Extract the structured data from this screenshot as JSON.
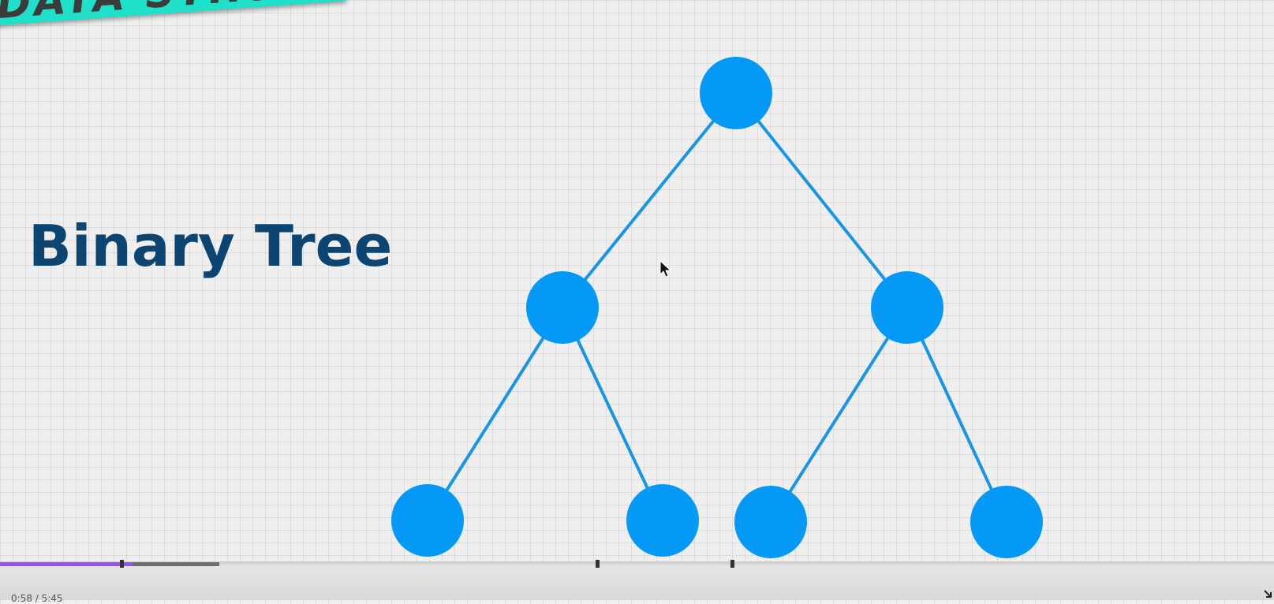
{
  "banner": {
    "text": "DATA STRUCTURES",
    "color": "#1fe0c8"
  },
  "title": "Binary Tree",
  "diagram": {
    "node_color": "#0499f7",
    "edge_color": "#1a95e3",
    "nodes": [
      {
        "id": "root"
      },
      {
        "id": "left"
      },
      {
        "id": "right"
      },
      {
        "id": "left-left"
      },
      {
        "id": "left-right"
      },
      {
        "id": "right-left"
      },
      {
        "id": "right-right"
      }
    ],
    "edges": [
      [
        "root",
        "left"
      ],
      [
        "root",
        "right"
      ],
      [
        "left",
        "left-left"
      ],
      [
        "left",
        "left-right"
      ],
      [
        "right",
        "right-left"
      ],
      [
        "right",
        "right-right"
      ]
    ]
  },
  "player": {
    "progress_fraction": 0.11,
    "time_text": "0:58 / 5:45",
    "accent": "#9b4dff"
  }
}
